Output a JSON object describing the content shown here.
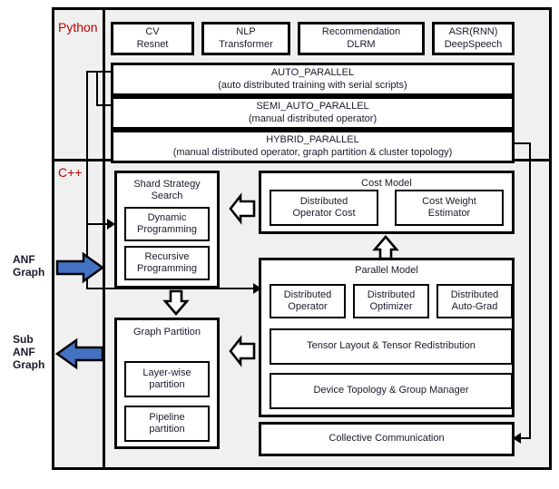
{
  "sections": {
    "python": {
      "label": "Python"
    },
    "cpp": {
      "label": "C++"
    }
  },
  "frontend_models": [
    {
      "line1": "CV",
      "line2": "Resnet"
    },
    {
      "line1": "NLP",
      "line2": "Transformer"
    },
    {
      "line1": "Recommendation",
      "line2": "DLRM"
    },
    {
      "line1": "ASR(RNN)",
      "line2": "DeepSpeech"
    }
  ],
  "parallel_modes": [
    {
      "title": "AUTO_PARALLEL",
      "subtitle": "(auto distributed training with serial scripts)"
    },
    {
      "title": "SEMI_AUTO_PARALLEL",
      "subtitle": "(manual distributed operator)"
    },
    {
      "title": "HYBRID_PARALLEL",
      "subtitle": "(manual distributed operator, graph partition & cluster topology)"
    }
  ],
  "side_labels": {
    "input": "ANF\nGraph",
    "input_lines": [
      "ANF",
      "Graph"
    ],
    "output": "Sub\nANF\nGraph",
    "output_lines": [
      "Sub",
      "ANF",
      "Graph"
    ]
  },
  "shard_strategy": {
    "title_line1": "Shard Strategy",
    "title_line2": "Search",
    "children": [
      {
        "line1": "Dynamic",
        "line2": "Programming"
      },
      {
        "line1": "Recursive",
        "line2": "Programming"
      }
    ]
  },
  "graph_partition": {
    "title": "Graph Partition",
    "children": [
      {
        "line1": "Layer-wise",
        "line2": "partition"
      },
      {
        "line1": "Pipeline",
        "line2": "partition"
      }
    ]
  },
  "cost_model": {
    "title": "Cost Model",
    "children": [
      {
        "line1": "Distributed",
        "line2": "Operator Cost"
      },
      {
        "line1": "Cost Weight",
        "line2": "Estimator"
      }
    ]
  },
  "parallel_model": {
    "title": "Parallel Model",
    "children": [
      {
        "line1": "Distributed",
        "line2": "Operator"
      },
      {
        "line1": "Distributed",
        "line2": "Optimizer"
      },
      {
        "line1": "Distributed",
        "line2": "Auto-Grad"
      }
    ],
    "wide_children": [
      {
        "label": "Tensor Layout & Tensor Redistribution"
      },
      {
        "label": "Device Topology & Group Manager"
      }
    ]
  },
  "collective_communication": {
    "label": "Collective Communication"
  },
  "colors": {
    "section_label": "#c00000",
    "blue_arrow_fill": "#4472c4",
    "blue_arrow_stroke": "#000000",
    "box_border": "#000000",
    "panel_background": "#f0f0f0",
    "box_background": "#ffffff",
    "text": "#1a1a2e"
  },
  "icons": {
    "hollow_left_arrow": "hollow-left-arrow-icon",
    "hollow_up_arrow": "hollow-up-arrow-icon",
    "hollow_down_arrow": "hollow-down-arrow-icon",
    "blue_right_arrow": "blue-right-arrow-icon",
    "blue_left_arrow": "blue-left-arrow-icon"
  }
}
